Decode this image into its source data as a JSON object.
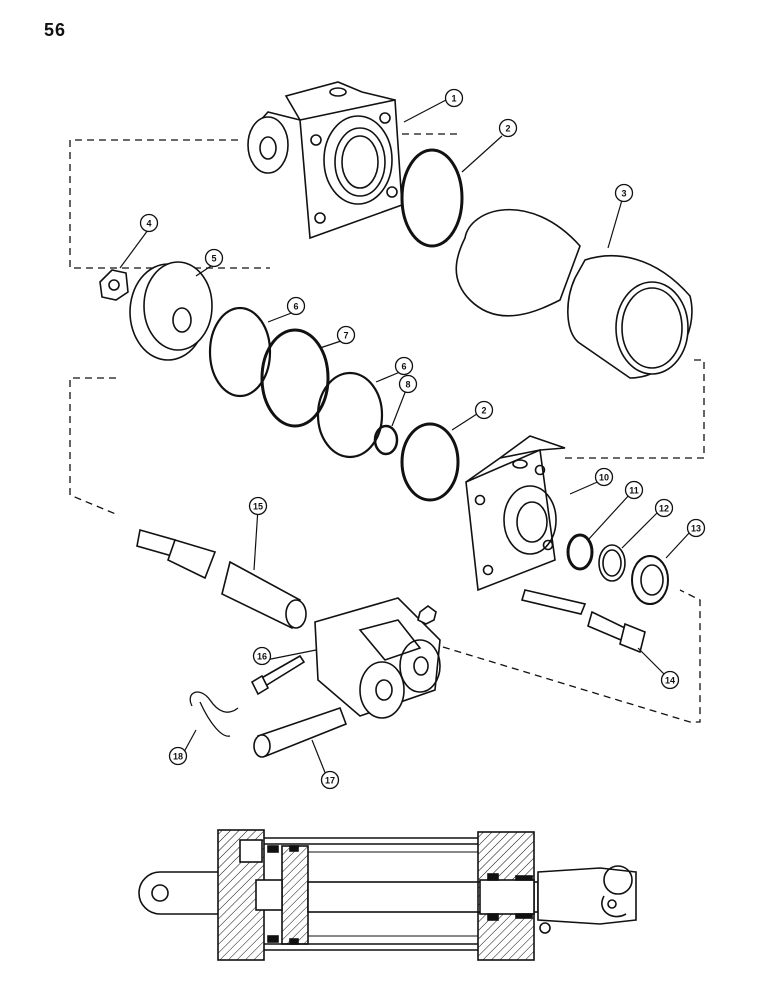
{
  "page": {
    "number": "56"
  },
  "callouts": [
    "1",
    "2",
    "3",
    "4",
    "5",
    "6",
    "7",
    "6",
    "8",
    "2",
    "10",
    "11",
    "12",
    "13",
    "15",
    "16",
    "17",
    "18",
    "14"
  ]
}
